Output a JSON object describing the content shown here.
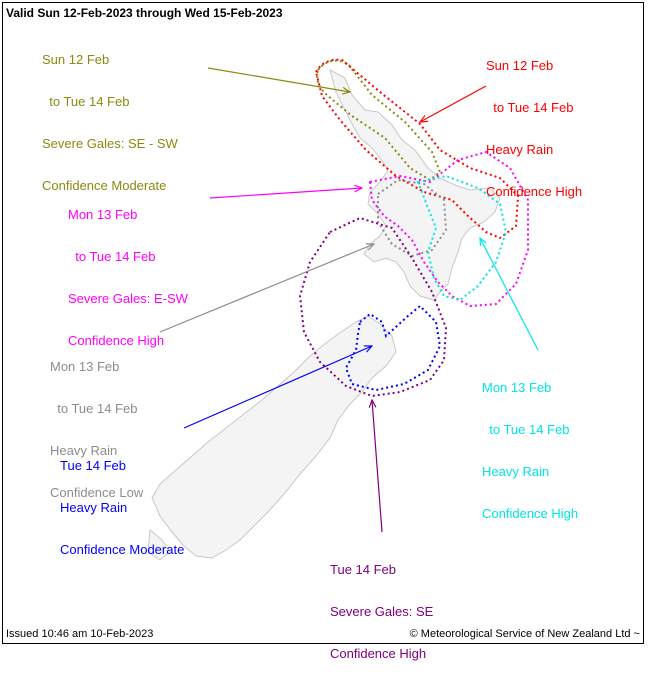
{
  "header": {
    "valid_text": "Valid Sun 12-Feb-2023 through Wed 15-Feb-2023"
  },
  "footer": {
    "issued": "Issued 10:46 am 10-Feb-2023",
    "copyright": "© Meteorological Service of New Zealand Ltd ~"
  },
  "colors": {
    "gales_se_sw": "#8a8a10",
    "rain_sun_tue": "#ff0000",
    "gales_e_sw": "#ff00ff",
    "rain_mon_tue_low": "#8c8c8c",
    "rain_mon_tue_high": "#00e5e5",
    "rain_tue": "#0000ff",
    "gales_se_tue": "#800080",
    "coast": "#c8c8c8"
  },
  "warnings": [
    {
      "id": "gales-se-sw",
      "lines": [
        "Sun 12 Feb",
        "  to Tue 14 Feb",
        "Severe Gales: SE - SW",
        "Confidence Moderate"
      ]
    },
    {
      "id": "heavy-rain-sun",
      "lines": [
        "Sun 12 Feb",
        "  to Tue 14 Feb",
        "Heavy Rain",
        "Confidence High"
      ]
    },
    {
      "id": "gales-e-sw",
      "lines": [
        "Mon 13 Feb",
        "  to Tue 14 Feb",
        "Severe Gales: E-SW",
        "Confidence High"
      ]
    },
    {
      "id": "heavy-rain-mon-low",
      "lines": [
        "Mon 13 Feb",
        "  to Tue 14 Feb",
        "Heavy Rain",
        "Confidence Low"
      ]
    },
    {
      "id": "heavy-rain-mon-high",
      "lines": [
        "Mon 13 Feb",
        "  to Tue 14 Feb",
        "Heavy Rain",
        "Confidence High"
      ]
    },
    {
      "id": "heavy-rain-tue",
      "lines": [
        "Tue 14 Feb",
        "Heavy Rain",
        "Confidence Moderate"
      ]
    },
    {
      "id": "gales-se-tue",
      "lines": [
        "Tue 14 Feb",
        "Severe Gales: SE",
        "Confidence High"
      ]
    }
  ]
}
